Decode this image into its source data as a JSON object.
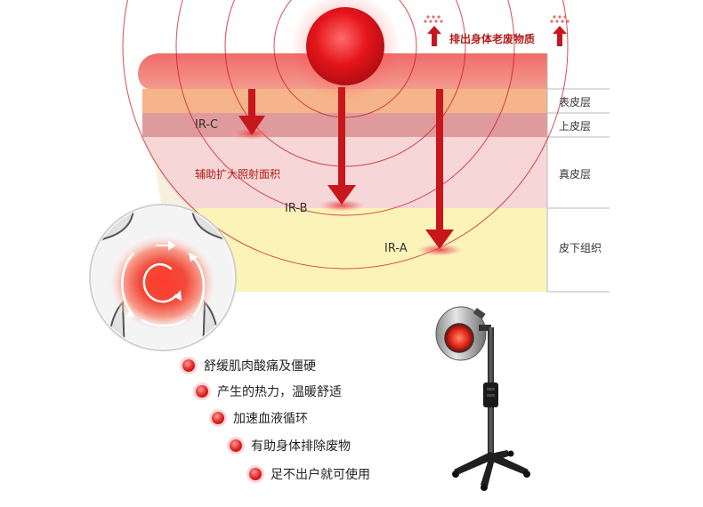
{
  "top_note": "排出身体老废物质",
  "layers": {
    "epidermis": "表皮层",
    "upper_skin": "上皮层",
    "dermis": "真皮层",
    "subcutaneous": "皮下组织"
  },
  "rays": {
    "ir_c": "IR-C",
    "ir_b": "IR-B",
    "ir_a": "IR-A"
  },
  "area_note": "辅助扩大照射面积",
  "benefits": [
    "舒缓肌肉酸痛及僵硬",
    "产生的热力，温暖舒适",
    "加速血液循环",
    "有助身体排除废物",
    "足不出户就可使用"
  ],
  "colors": {
    "accent_red": "#c8161d",
    "skin_top": "#f07a7a",
    "epidermis_band": "#f5b48a",
    "upper_band": "#d98a8a",
    "dermis_band": "#f6d6d6",
    "subcutaneous_band": "#fbf3b8"
  }
}
